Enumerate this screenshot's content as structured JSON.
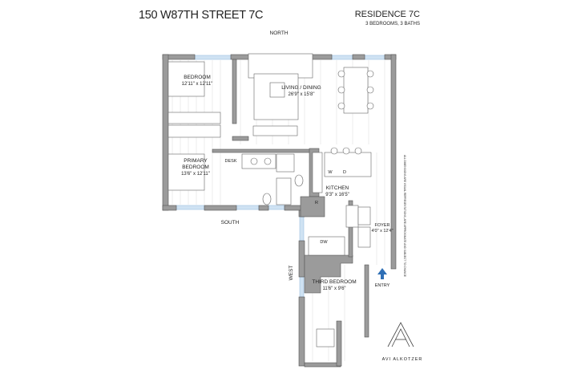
{
  "header": {
    "address": "150 W87TH STREET 7C",
    "residence": "RESIDENCE 7C",
    "summary": "3 BEDROOMS, 3 BATHS"
  },
  "compass": {
    "north": "NORTH",
    "south": "SOUTH",
    "west": "WEST"
  },
  "rooms": {
    "bedroom": {
      "name": "BEDROOM",
      "dims": "12'11\" x 12'11\""
    },
    "living_dining": {
      "name": "LIVING / DINING",
      "dims": "26'9\" x 15'8\""
    },
    "primary_bedroom": {
      "name": "PRIMARY BEDROOM",
      "dims": "13'6\" x 12'11\""
    },
    "desk": {
      "name": "DESK"
    },
    "kitchen": {
      "name": "KITCHEN",
      "dims": "9'3\" x 16'5\""
    },
    "foyer": {
      "name": "FOYER",
      "dims": "4'0\" x 12'4\""
    },
    "third_bedroom": {
      "name": "THIRD BEDROOM",
      "dims": "11'6\" x 9'6\""
    }
  },
  "appliances": {
    "washer": "W",
    "dryer": "D",
    "refrigerator": "R",
    "dishwasher": "DW"
  },
  "entry": "ENTRY",
  "disclaimer": "ALL DIMENSIONS ARE VISUAL REPRESENTATIONS, ARE APPROXIMATE AND SUBJECT TO CHANGE",
  "brand": "AVI ALKOTZER",
  "colors": {
    "wall": "#9b9b9b",
    "window": "#cfe2f3",
    "entry_arrow": "#2f6fb5"
  }
}
